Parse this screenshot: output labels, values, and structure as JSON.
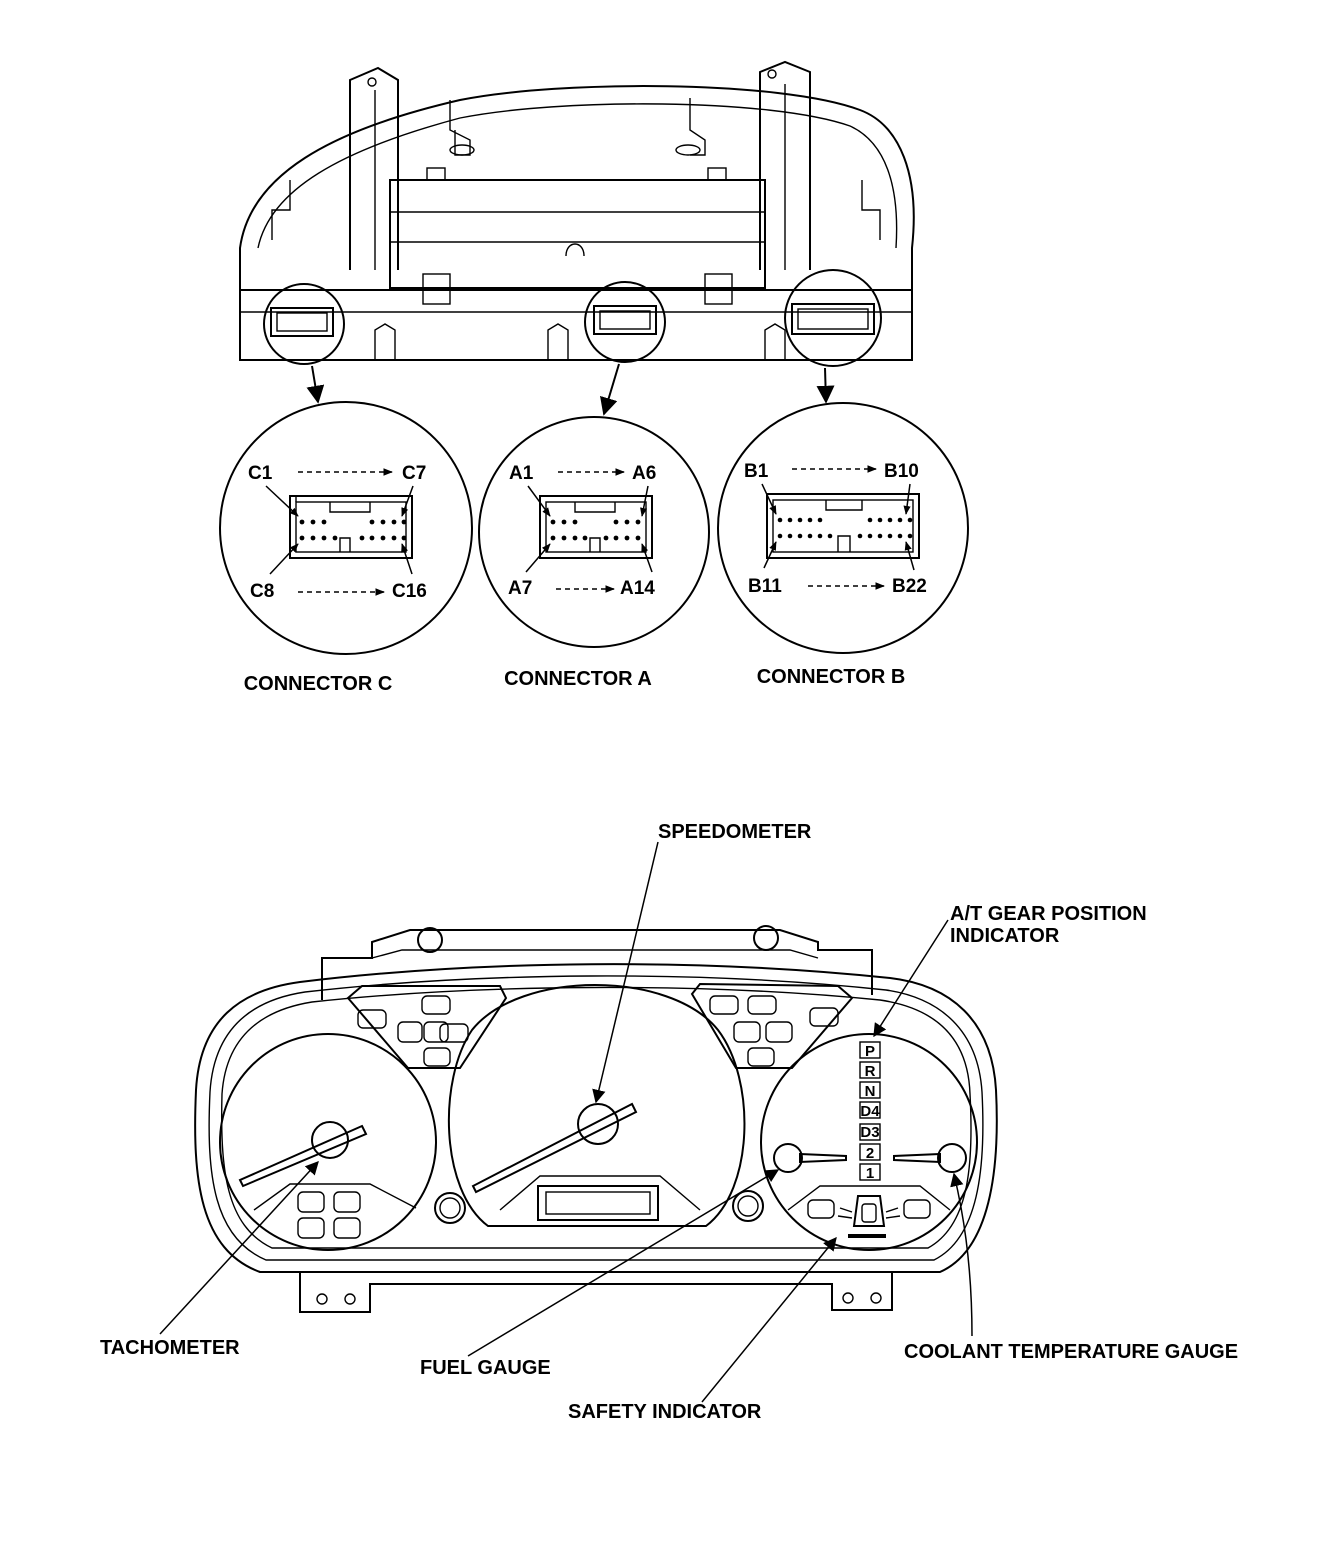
{
  "connectors": {
    "c": {
      "title": "CONNECTOR C",
      "top_first": "C1",
      "top_last": "C7",
      "bottom_first": "C8",
      "bottom_last": "C16"
    },
    "a": {
      "title": "CONNECTOR A",
      "top_first": "A1",
      "top_last": "A6",
      "bottom_first": "A7",
      "bottom_last": "A14"
    },
    "b": {
      "title": "CONNECTOR B",
      "top_first": "B1",
      "top_last": "B10",
      "bottom_first": "B11",
      "bottom_last": "B22"
    }
  },
  "callouts": {
    "speedometer": "SPEEDOMETER",
    "at_gear_line1": "A/T GEAR POSITION",
    "at_gear_line2": "INDICATOR",
    "tachometer": "TACHOMETER",
    "fuel_gauge": "FUEL GAUGE",
    "safety_indicator": "SAFETY INDICATOR",
    "coolant_gauge": "COOLANT TEMPERATURE GAUGE"
  },
  "gear_positions": [
    "P",
    "R",
    "N",
    "D4",
    "D3",
    "2",
    "1"
  ]
}
